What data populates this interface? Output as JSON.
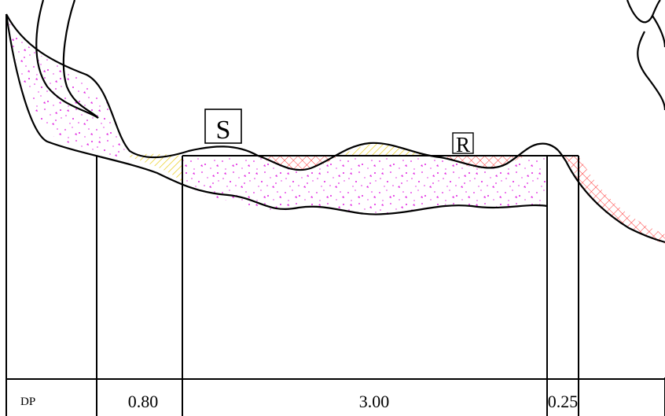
{
  "labels": {
    "section_s": "S",
    "section_r": "R"
  },
  "table": {
    "row_label": "DP",
    "widths": [
      "0.80",
      "3.00",
      "0.25"
    ]
  },
  "legend_colors": {
    "fill_material": "#e020e0",
    "cut_hatch": "#e8c800",
    "red_grid": "#ff2020",
    "line": "#000000"
  }
}
